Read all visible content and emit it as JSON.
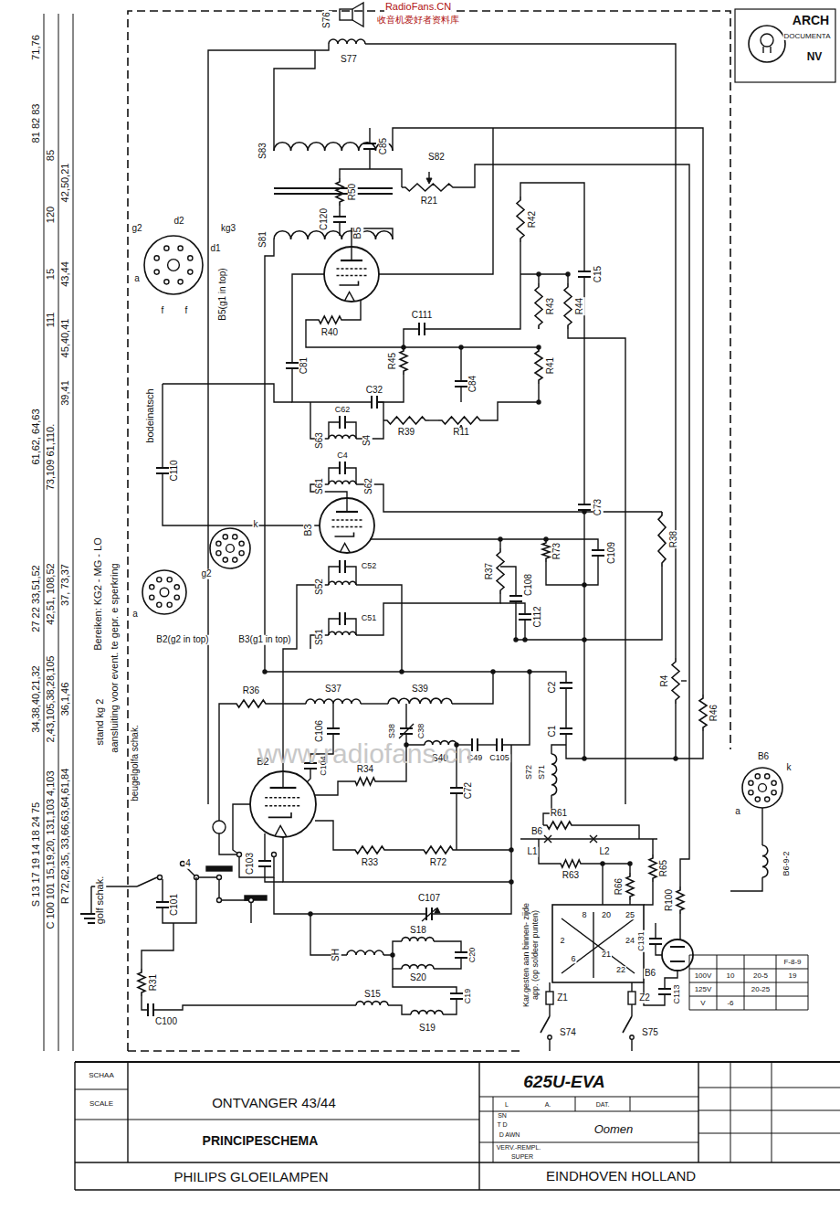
{
  "diagram": {
    "labels": [
      "RadioFans.CN",
      "收音机爱好者资料库",
      "ARCH",
      "DOCUMENTA",
      "NV",
      "S 13 17 19 14 18 24 75",
      "34,38,40,21,32",
      "27 22 33,51,52",
      "61,62, 64,63",
      "81 82 83",
      "71,76",
      "C 100 101 15,19,20, 131,103 4,103",
      "2,43,105,38,28,105",
      "42,51, 108,52",
      "73,109 61,110.",
      "111",
      "15",
      "120",
      "85",
      "R 72,62,35, 33,66,63,64,61,84",
      "36,1,46",
      "37, 73,37",
      "39,41",
      "45,40,41",
      "43,44",
      "42,50,21",
      "golf schak.",
      "stand kg 2",
      "aansluiting voor event. te gepr. e sperkring",
      "Bereiken: KG2 - MG - LO",
      "beugelgolfa schak.",
      "bodeinatsch",
      "B5(g1 in top)",
      "B2(g2 in top)",
      "B3(g1 in top)",
      "g2",
      "d2",
      "kg3",
      "d1",
      "a",
      "f",
      "f",
      "a",
      "g2",
      "k",
      "a",
      "k",
      "B6",
      "B6-9-2",
      "B5",
      "B3",
      "B2",
      "B6",
      "B6",
      "S76",
      "S77",
      "S83",
      "S81",
      "S82",
      "C85",
      "R50",
      "R21",
      "C120",
      "R42",
      "C15",
      "R43",
      "R44",
      "R41",
      "R45",
      "C111",
      "R40",
      "C81",
      "C32",
      "C84",
      "R39",
      "R11",
      "S63",
      "S4",
      "C62",
      "S61",
      "S62",
      "C4",
      "C110",
      "C73",
      "R73",
      "C109",
      "R38",
      "R37",
      "C108",
      "C112",
      "S52",
      "C52",
      "S51",
      "C51",
      "R36",
      "S37",
      "S39",
      "C106",
      "S38",
      "C38",
      "S40",
      "C49",
      "C105",
      "C104",
      "R34",
      "C72",
      "R72",
      "R33",
      "C103",
      "C107",
      "C101",
      "R31",
      "C100",
      "SH",
      "S18",
      "C20",
      "S20",
      "S15",
      "C19",
      "S19",
      "R61",
      "L1",
      "L2",
      "R63",
      "R65",
      "R66",
      "R100",
      "C131",
      "C113",
      "Z1",
      "Z2",
      "S74",
      "S75",
      "S71",
      "S72",
      "C1",
      "C2",
      "R4",
      "R46",
      "Kar.gesten aan binnen- zijde app. (op soldeer punten)",
      "2",
      "6",
      "8",
      "20",
      "25",
      "24",
      "21",
      "22",
      "4",
      "F-8-9",
      "100V",
      "10",
      "20-5",
      "19",
      "125V",
      "20-25",
      "V",
      "-6",
      "SCHAA",
      "SCALE",
      "ONTVANGER 43/44",
      "PRINCIPESCHEMA",
      "625U-EVA",
      "L",
      "A.",
      "DAT.",
      "SN",
      "T D",
      "D AWN",
      "Oomen",
      "VERV.-REMPL.",
      "SUPER",
      "PHILIPS GLOEILAMPEN",
      "EINDHOVEN HOLLAND",
      "www.radiofans.cn"
    ]
  }
}
